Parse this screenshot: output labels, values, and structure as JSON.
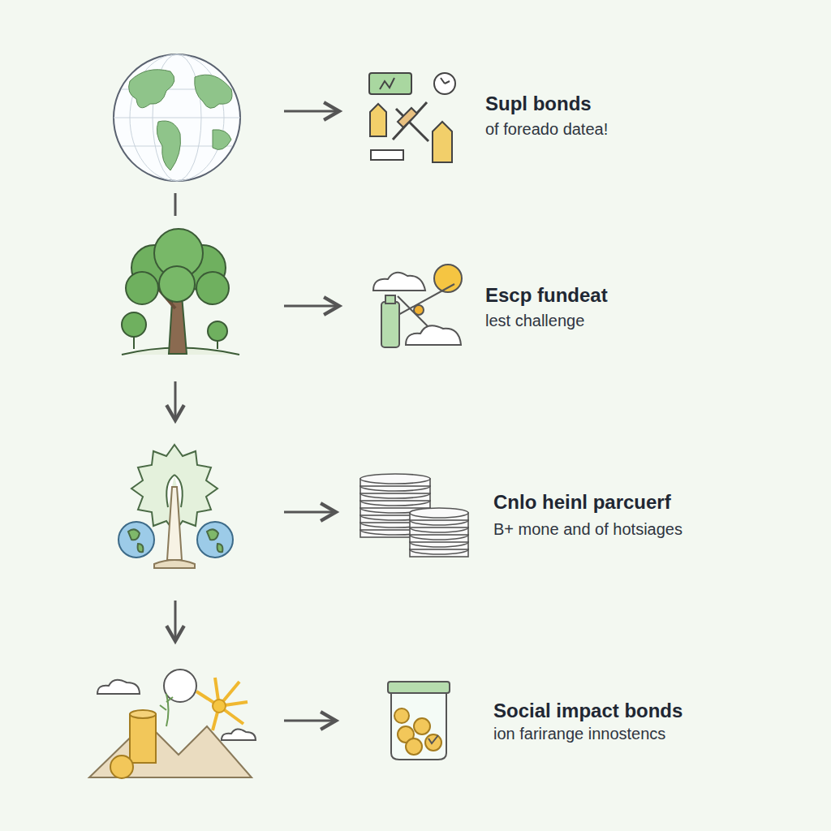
{
  "diagram": {
    "labels": [
      "Supl bonds",
      "of foreado datea!",
      "Escp fundeat",
      "lest challenge",
      "Cnlo heinl parcuerf",
      "B+ mone and of hotsiages",
      "Social impact bonds",
      "ion farirange innostencs"
    ]
  }
}
